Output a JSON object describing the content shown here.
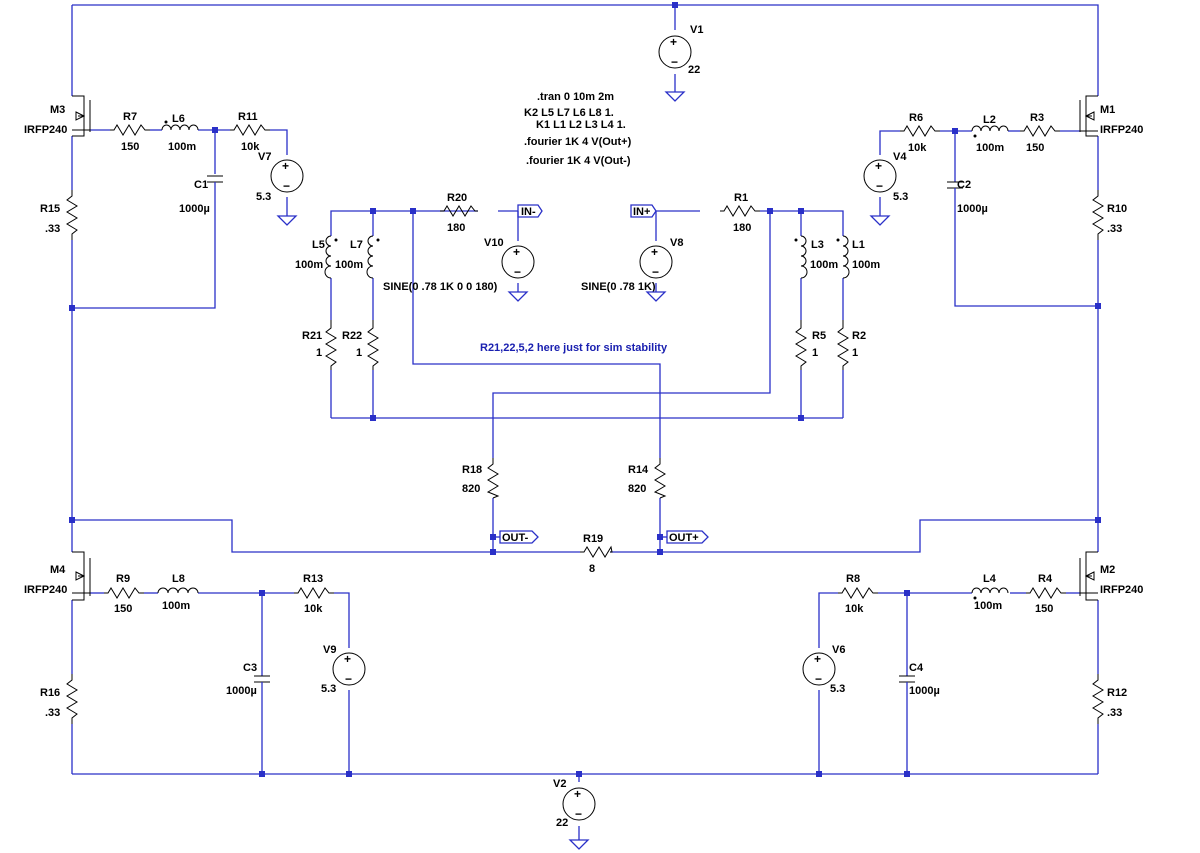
{
  "directives": [
    ".tran 0 10m 2m",
    "K2 L5 L7 L6 L8 1.",
    "K1 L1 L2 L3 L4 1.",
    ".fourier 1K 4 V(Out+)",
    ".fourier 1K 4 V(Out-)"
  ],
  "note": "R21,22,5,2 here just for sim stability",
  "ports": {
    "in_minus": "IN-",
    "in_plus": "IN+",
    "out_minus": "OUT-",
    "out_plus": "OUT+"
  },
  "mosfets": [
    {
      "name": "M3",
      "model": "IRFP240"
    },
    {
      "name": "M1",
      "model": "IRFP240"
    },
    {
      "name": "M4",
      "model": "IRFP240"
    },
    {
      "name": "M2",
      "model": "IRFP240"
    }
  ],
  "sources": {
    "V1": {
      "name": "V1",
      "value": "22"
    },
    "V2": {
      "name": "V2",
      "value": "22"
    },
    "V7": {
      "name": "V7",
      "value": "5.3"
    },
    "V4": {
      "name": "V4",
      "value": "5.3"
    },
    "V9": {
      "name": "V9",
      "value": "5.3"
    },
    "V6": {
      "name": "V6",
      "value": "5.3"
    },
    "V10": {
      "name": "V10",
      "value": "SINE(0 .78 1K 0 0 180)"
    },
    "V8": {
      "name": "V8",
      "value": "SINE(0 .78 1K)"
    }
  },
  "resistors": {
    "R7": {
      "name": "R7",
      "value": "150"
    },
    "R11": {
      "name": "R11",
      "value": "10k"
    },
    "R6": {
      "name": "R6",
      "value": "10k"
    },
    "R3": {
      "name": "R3",
      "value": "150"
    },
    "R15": {
      "name": "R15",
      "value": ".33"
    },
    "R10": {
      "name": "R10",
      "value": ".33"
    },
    "R20": {
      "name": "R20",
      "value": "180"
    },
    "R1": {
      "name": "R1",
      "value": "180"
    },
    "R21": {
      "name": "R21",
      "value": "1"
    },
    "R22": {
      "name": "R22",
      "value": "1"
    },
    "R5": {
      "name": "R5",
      "value": "1"
    },
    "R2": {
      "name": "R2",
      "value": "1"
    },
    "R18": {
      "name": "R18",
      "value": "820"
    },
    "R14": {
      "name": "R14",
      "value": "820"
    },
    "R19": {
      "name": "R19",
      "value": "8"
    },
    "R9": {
      "name": "R9",
      "value": "150"
    },
    "R13": {
      "name": "R13",
      "value": "10k"
    },
    "R8": {
      "name": "R8",
      "value": "10k"
    },
    "R4": {
      "name": "R4",
      "value": "150"
    },
    "R16": {
      "name": "R16",
      "value": ".33"
    },
    "R12": {
      "name": "R12",
      "value": ".33"
    }
  },
  "inductors": {
    "L6": {
      "name": "L6",
      "value": "100m"
    },
    "L2": {
      "name": "L2",
      "value": "100m"
    },
    "L5": {
      "name": "L5",
      "value": "100m"
    },
    "L7": {
      "name": "L7",
      "value": "100m"
    },
    "L3": {
      "name": "L3",
      "value": "100m"
    },
    "L1": {
      "name": "L1",
      "value": "100m"
    },
    "L8": {
      "name": "L8",
      "value": "100m"
    },
    "L4": {
      "name": "L4",
      "value": "100m"
    }
  },
  "capacitors": {
    "C1": {
      "name": "C1",
      "value": "1000µ"
    },
    "C2": {
      "name": "C2",
      "value": "1000µ"
    },
    "C3": {
      "name": "C3",
      "value": "1000µ"
    },
    "C4": {
      "name": "C4",
      "value": "1000µ"
    }
  },
  "colors": {
    "wire": "#2a30c8",
    "component": "#000000",
    "note": "#1a20b0",
    "background": "#ffffff"
  }
}
